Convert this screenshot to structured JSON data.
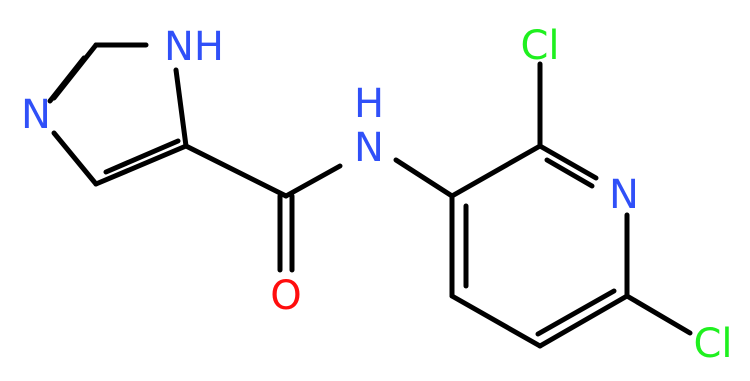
{
  "molecule": {
    "atoms": {
      "imidazole_nh": "NH",
      "imidazole_n": "N",
      "amide_nh": "N\nH",
      "amide_n_label": "N",
      "amide_h_label": "H",
      "carbonyl_o": "O",
      "pyridine_n": "N",
      "cl_top": "Cl",
      "cl_bottom": "Cl"
    }
  },
  "colors": {
    "nitrogen": "#3050F8",
    "oxygen": "#FF0D0D",
    "chlorine": "#1FF01F",
    "bond": "#000000",
    "background": "#FFFFFF"
  }
}
